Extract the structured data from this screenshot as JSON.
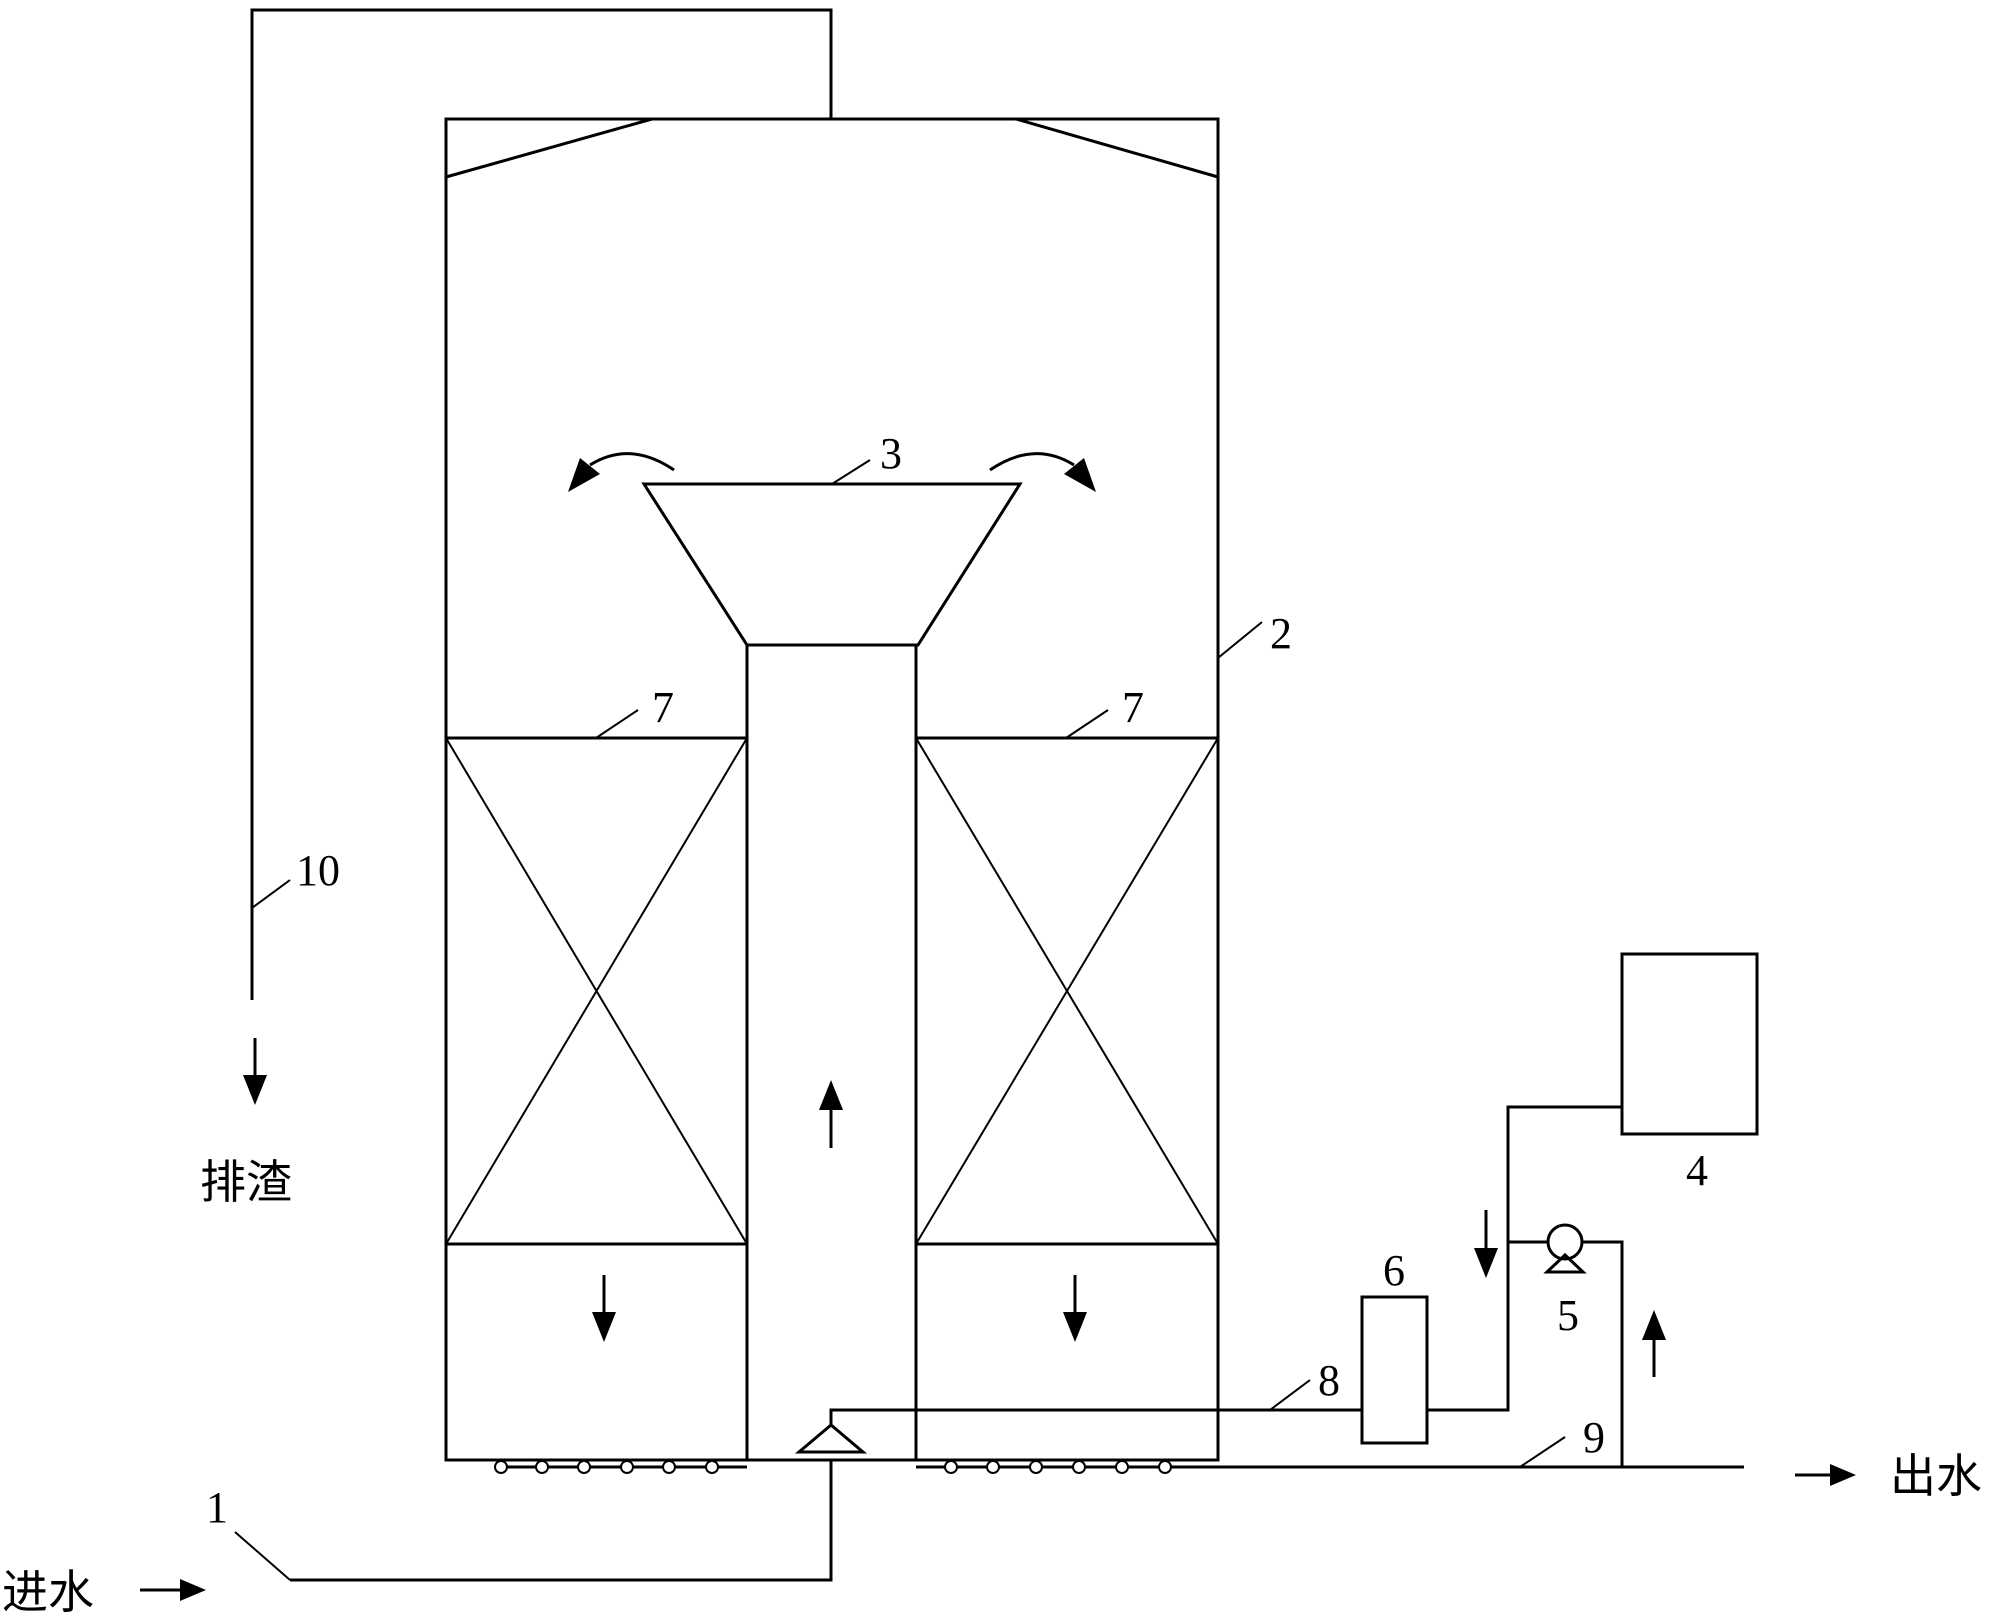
{
  "labels": {
    "n1": "1",
    "n2": "2",
    "n3": "3",
    "n4": "4",
    "n5": "5",
    "n6": "6",
    "n7_left": "7",
    "n7_right": "7",
    "n8": "8",
    "n9": "9",
    "n10": "10"
  },
  "flow_text": {
    "inlet": "进水",
    "outlet": "出水",
    "slag_discharge": "排渣"
  }
}
